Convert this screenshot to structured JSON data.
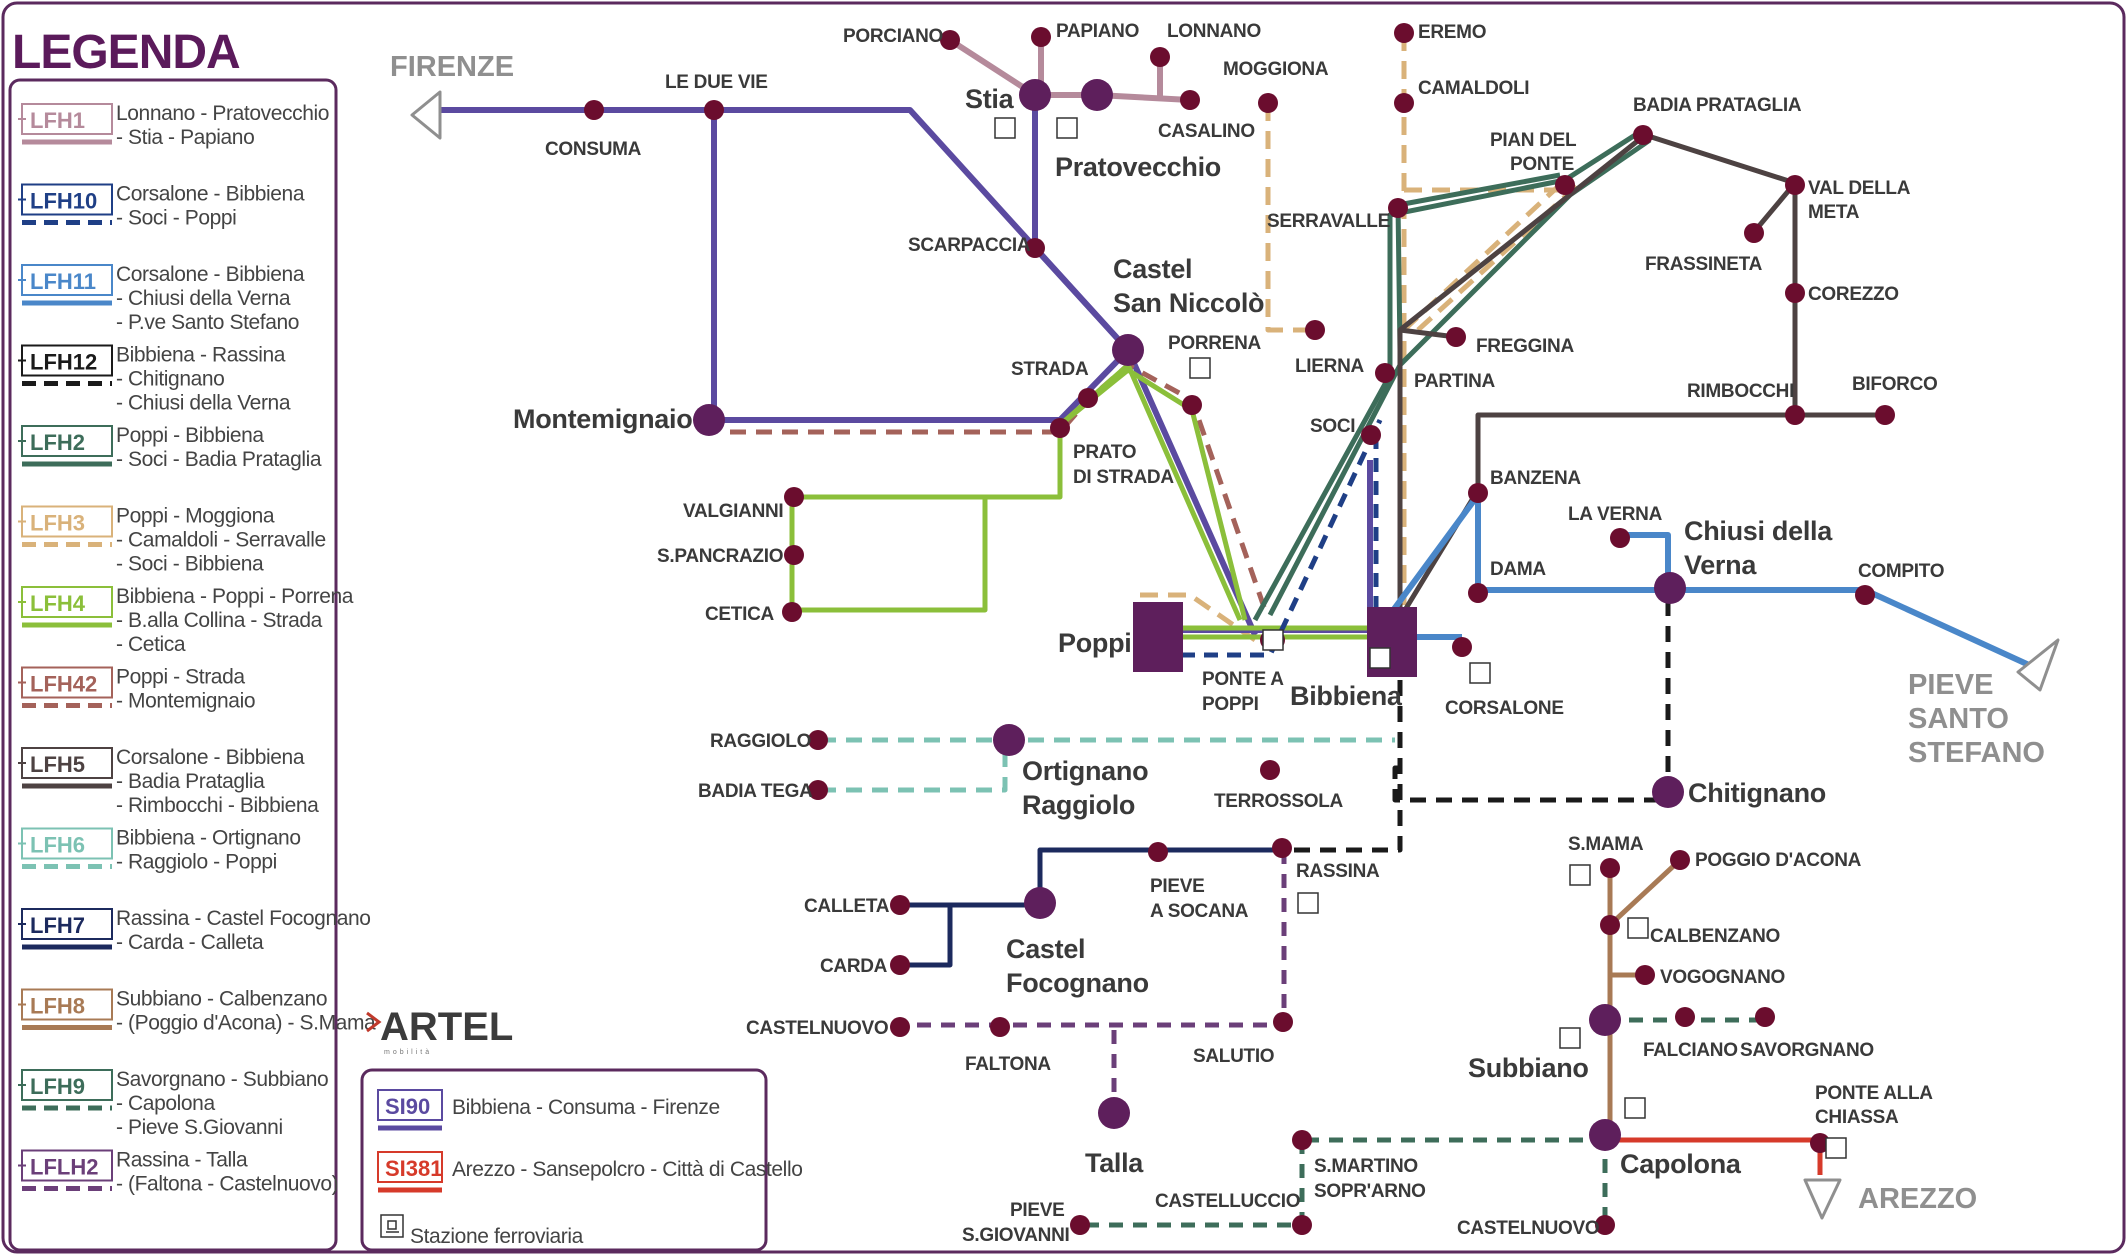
{
  "legend": {
    "title": "LEGENDA",
    "lines": [
      {
        "code": "LFH1",
        "desc": [
          "Lonnano - Pratovecchio",
          "- Stia - Papiano"
        ],
        "color": "#b58a9b",
        "style": "solid"
      },
      {
        "code": "LFH10",
        "desc": [
          "Corsalone - Bibbiena",
          "- Soci - Poppi"
        ],
        "color": "#1f3f86",
        "style": "dashed"
      },
      {
        "code": "LFH11",
        "desc": [
          "Corsalone - Bibbiena",
          "- Chiusi della Verna",
          "- P.ve Santo Stefano"
        ],
        "color": "#4a87c9",
        "style": "solid"
      },
      {
        "code": "LFH12",
        "desc": [
          "Bibbiena - Rassina",
          "- Chitignano",
          "- Chiusi della Verna"
        ],
        "color": "#1a1a1a",
        "style": "dashed"
      },
      {
        "code": "LFH2",
        "desc": [
          "Poppi - Bibbiena",
          "- Soci - Badia Prataglia"
        ],
        "color": "#3d6d5a",
        "style": "solid"
      },
      {
        "code": "LFH3",
        "desc": [
          "Poppi - Moggiona",
          "- Camaldoli - Serravalle",
          "- Soci - Bibbiena"
        ],
        "color": "#d9b27a",
        "style": "dashed"
      },
      {
        "code": "LFH4",
        "desc": [
          "Bibbiena - Poppi - Porrena",
          "- B.alla Collina - Strada",
          "- Cetica"
        ],
        "color": "#8bbf3a",
        "style": "solid"
      },
      {
        "code": "LFH42",
        "desc": [
          "Poppi - Strada",
          "- Montemignaio"
        ],
        "color": "#a4625a",
        "style": "dashed"
      },
      {
        "code": "LFH5",
        "desc": [
          "Corsalone - Bibbiena",
          "- Badia Prataglia",
          "- Rimbocchi - Bibbiena"
        ],
        "color": "#4d4242",
        "style": "solid"
      },
      {
        "code": "LFH6",
        "desc": [
          "Bibbiena - Ortignano",
          "- Raggiolo - Poppi"
        ],
        "color": "#7cc2b3",
        "style": "dashed"
      },
      {
        "code": "LFH7",
        "desc": [
          "Rassina - Castel Focognano",
          "- Carda - Calleta"
        ],
        "color": "#1c2a5e",
        "style": "solid"
      },
      {
        "code": "LFH8",
        "desc": [
          "Subbiano - Calbenzano",
          "- (Poggio d'Acona) - S.Mama"
        ],
        "color": "#a87a55",
        "style": "solid"
      },
      {
        "code": "LFH9",
        "desc": [
          "Savorgnano - Subbiano",
          "- Capolona",
          "- Pieve S.Giovanni"
        ],
        "color": "#3d6d5a",
        "style": "dashed"
      },
      {
        "code": "LFLH2",
        "desc": [
          "Rassina - Talla",
          "- (Faltona - Castelnuovo)"
        ],
        "color": "#6b3f79",
        "style": "dashed"
      }
    ],
    "extra": [
      {
        "code": "SI90",
        "desc": "Bibbiena - Consuma - Firenze",
        "color": "#5b4aa0"
      },
      {
        "code": "SI381",
        "desc": "Arezzo - Sansepolcro - Città di Castello",
        "color": "#d63a2a"
      }
    ],
    "station_label": "Stazione ferroviaria"
  },
  "logo": {
    "text": "ARTEL",
    "sub": "mobilità"
  },
  "destinations": {
    "firenze": "FIRENZE",
    "pieve_santo_stefano": [
      "PIEVE",
      "SANTO",
      "STEFANO"
    ],
    "arezzo": "AREZZO"
  },
  "stations": {
    "porciano": "PORCIANO",
    "papiano": "PAPIANO",
    "lonnano": "LONNANO",
    "stia": "Stia",
    "casalino": "CASALINO",
    "pratovecchio": "Pratovecchio",
    "moggiona": "MOGGIONA",
    "eremo": "EREMO",
    "camaldoli": "CAMALDOLI",
    "le_due_vie": "LE DUE VIE",
    "consuma": "CONSUMA",
    "scarpaccia": "SCARPACCIA",
    "castel_san_niccolo": [
      "Castel",
      "San Niccolò"
    ],
    "porrena": "PORRENA",
    "strada": "STRADA",
    "prato_di_strada": [
      "PRATO",
      "DI STRADA"
    ],
    "montemignaio": "Montemignaio",
    "valgianni": "VALGIANNI",
    "s_pancrazio": "S.PANCRAZIO",
    "cetica": "CETICA",
    "serravalle": "SERRAVALLE",
    "pian_del_ponte": [
      "PIAN DEL",
      "PONTE"
    ],
    "badia_prataglia": "BADIA PRATAGLIA",
    "val_della_meta": [
      "VAL DELLA",
      "META"
    ],
    "frassineta": "FRASSINETA",
    "corezzo": "COREZZO",
    "lierna": "LIERNA",
    "freggina": "FREGGINA",
    "partina": "PARTINA",
    "soci": "SOCI",
    "rimbocchi": "RIMBOCCHI",
    "biforco": "BIFORCO",
    "banzena": "BANZENA",
    "la_verna": "LA VERNA",
    "chiusi_della_verna": [
      "Chiusi della",
      "Verna"
    ],
    "dama": "DAMA",
    "compito": "COMPITO",
    "poppi": "Poppi",
    "ponte_a_poppi": [
      "PONTE A",
      "POPPI"
    ],
    "bibbiena": "Bibbiena",
    "corsalone": "CORSALONE",
    "raggiolo": "RAGGIOLO",
    "badia_tega": "BADIA TEGA",
    "ortignano_raggiolo": [
      "Ortignano",
      "Raggiolo"
    ],
    "terrossola": "TERROSSOLA",
    "chitignano": "Chitignano",
    "calleta": "CALLETA",
    "carda": "CARDA",
    "castel_focognano": [
      "Castel",
      "Focognano"
    ],
    "pieve_a_socana": [
      "PIEVE",
      "A SOCANA"
    ],
    "rassina": "RASSINA",
    "castelnuovo_w": "CASTELNUOVO",
    "faltona": "FALTONA",
    "salutio": "SALUTIO",
    "talla": "Talla",
    "s_mama": "S.MAMA",
    "poggio_d_acona": "POGGIO D'ACONA",
    "calbenzano": "CALBENZANO",
    "vogognano": "VOGOGNANO",
    "subbiano": "Subbiano",
    "falciano": "FALCIANO",
    "savorgnano": "SAVORGNANO",
    "ponte_alla_chiassa": [
      "PONTE ALLA",
      "CHIASSA"
    ],
    "capolona": "Capolona",
    "castelnuovo_s": "CASTELNUOVO",
    "s_martino": [
      "S.MARTINO",
      "SOPR'ARNO"
    ],
    "castelluccio": "CASTELLUCCIO",
    "pieve_s_giovanni": [
      "PIEVE",
      "S.GIOVANNI"
    ]
  }
}
